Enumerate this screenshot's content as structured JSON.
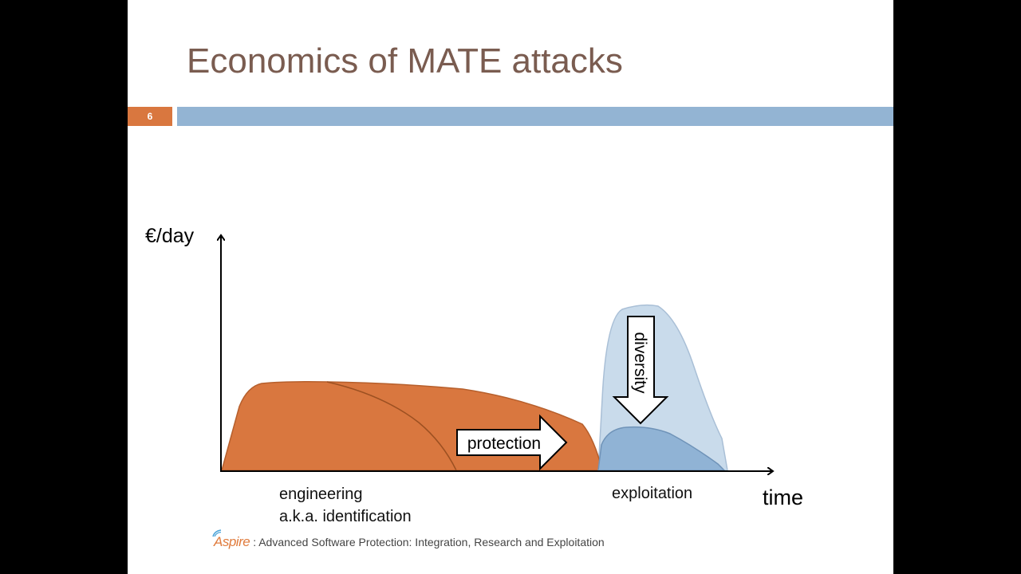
{
  "slide": {
    "title": "Economics of MATE attacks",
    "number": "6"
  },
  "diagram": {
    "y_axis_label": "€/day",
    "x_axis_label": "time",
    "engineering_label_1": "engineering",
    "engineering_label_2": "a.k.a. identification",
    "exploitation_label": "exploitation",
    "protection_arrow_label": "protection",
    "diversity_arrow_label": "diversity",
    "colors": {
      "engineering_fill": "#d9773f",
      "exploitation_fill": "#90b3d5",
      "exploitation_original_fill": "#c9dbeb"
    }
  },
  "footer": {
    "logo_text": "Aspire",
    "text": ": Advanced Software Protection: Integration, Research and Exploitation"
  }
}
